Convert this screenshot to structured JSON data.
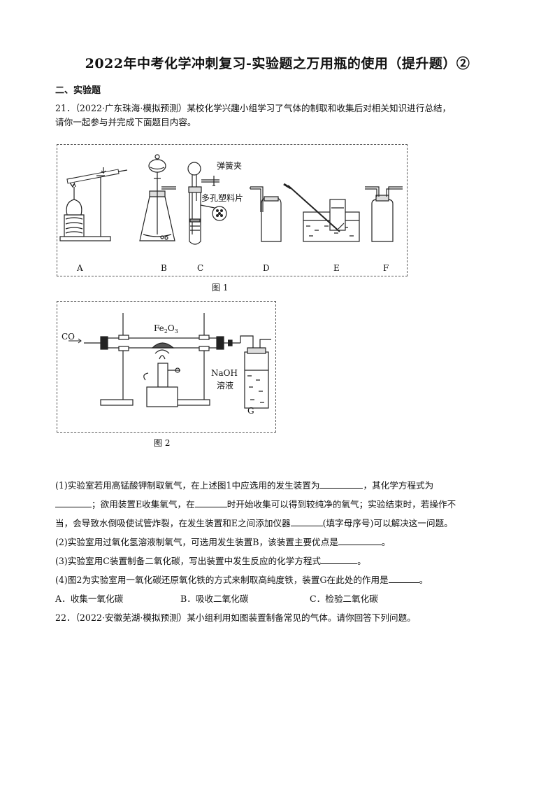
{
  "title": "2022年中考化学冲刺复习-实验题之万用瓶的使用（提升题）②",
  "section": "二、实验题",
  "q21": {
    "intro_1": "21．（2022·广东珠海·模拟预测）某校化学兴趣小组学习了气体的制取和收集后对相关知识进行总结，",
    "intro_2": "请你一起参与并完成下面题目内容。",
    "fig1": {
      "labels": [
        "A",
        "B",
        "C",
        "D",
        "E",
        "F"
      ],
      "spring_clip": "弹簧夹",
      "porous_plate": "多孔塑料片",
      "caption": "图 1"
    },
    "fig2": {
      "co": "CO",
      "fe2o3_main": "Fe",
      "fe2o3_sub1": "2",
      "fe2o3_o": "O",
      "fe2o3_sub2": "3",
      "naoh": "NaOH",
      "solution": "溶液",
      "g": "G",
      "caption": "图 2"
    },
    "p1_a": "(1)实验室若用高锰酸钾制取氧气，在上述图1中应选用的发生装置为",
    "p1_b": "，其化学方程式为",
    "p1_c": "；欲用装置E收集氧气，在",
    "p1_d": "时开始收集可以得到较纯净的氧气；实验结束时，若操作不",
    "p1_e": "当，会导致水倒吸使试管炸裂，在发生装置和E之间添加仪器",
    "p1_f": "(填字母序号)可以解决这一问题。",
    "p2_a": "(2)实验室用过氧化氢溶液制氧气，可选用发生装置B，该装置主要优点是",
    "p2_b": "。",
    "p3_a": "(3)实验室用C装置制备二氧化碳，写出装置中发生反应的化学方程式",
    "p3_b": "。",
    "p4_a": "(4)图2为实验室用一氧化碳还原氧化铁的方式来制取高纯度铁，装置G在此处的作用是",
    "p4_b": "。",
    "options": [
      "A．收集一氧化碳",
      "B．吸收二氧化碳",
      "C．检验二氧化碳"
    ]
  },
  "q22": {
    "intro": "22．（2022·安徽芜湖·模拟预测）某小组利用如图装置制备常见的气体。请你回答下列问题。"
  }
}
